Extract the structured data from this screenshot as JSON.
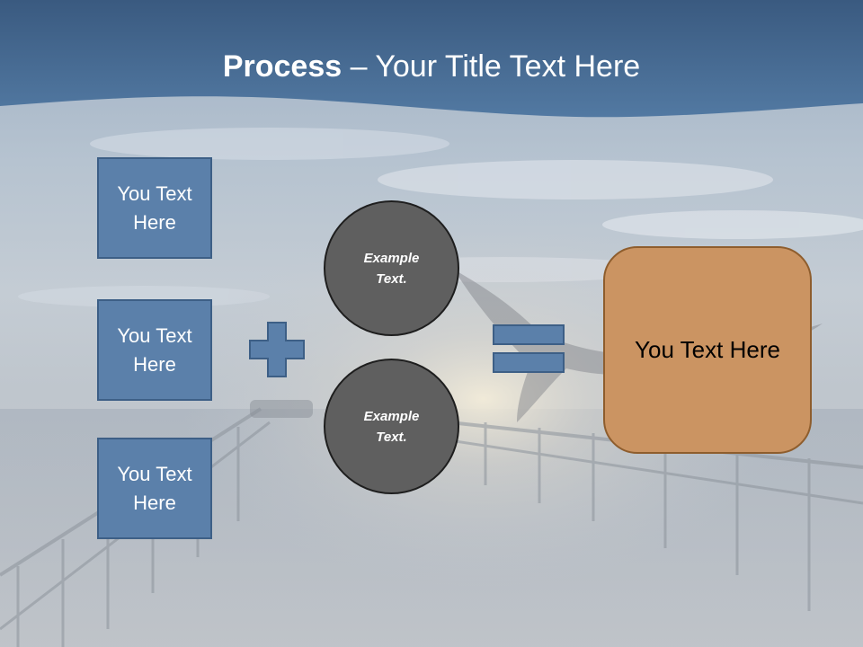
{
  "slide": {
    "title": {
      "bold": "Process",
      "rest": " – Your Title Text Here"
    },
    "boxes": [
      {
        "label": "You Text Here"
      },
      {
        "label": "You Text Here"
      },
      {
        "label": "You Text Here"
      }
    ],
    "circles": [
      {
        "label": "Example Text."
      },
      {
        "label": "Example Text."
      }
    ],
    "result": {
      "label": "You Text Here"
    },
    "colors": {
      "header_band": "#4a6d95",
      "box_fill": "#5b80aa",
      "circle_fill": "#5f5f5f",
      "result_fill": "#cb9462"
    },
    "icons": {
      "plus": "plus-icon",
      "equals": "equals-icon"
    }
  }
}
